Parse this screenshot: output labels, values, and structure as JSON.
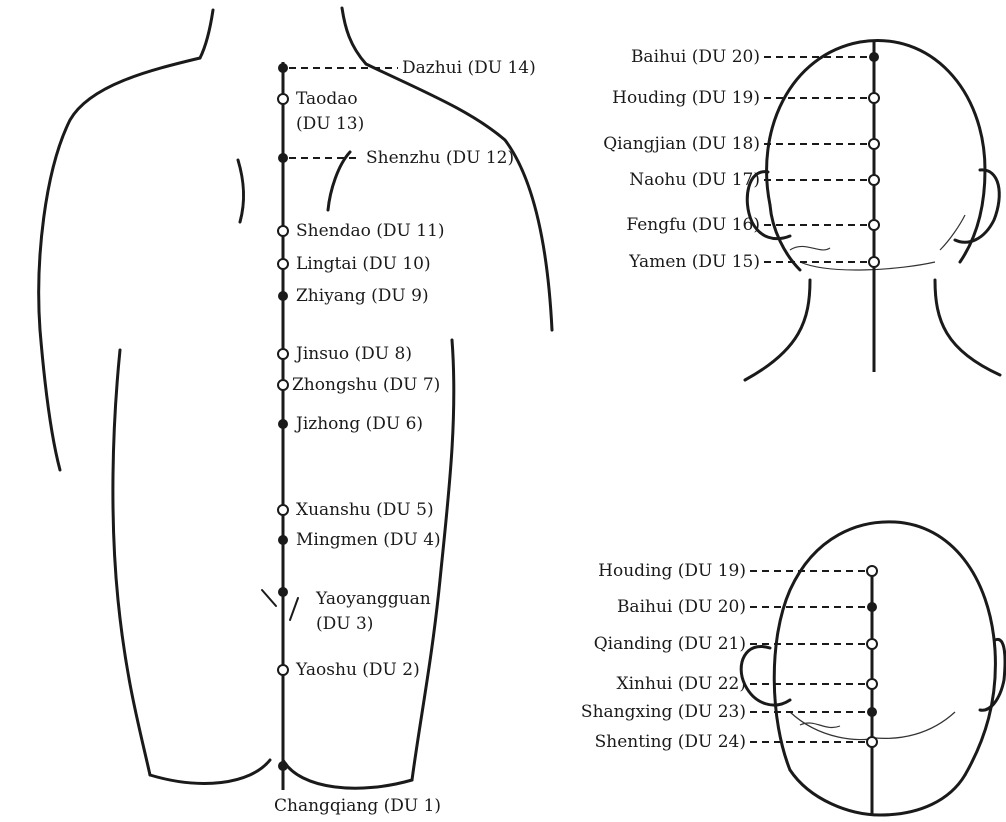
{
  "back_view": {
    "points": [
      {
        "label": "Dazhui (DU 14)",
        "style": "solid"
      },
      {
        "label": "Taodao",
        "label2": "(DU 13)",
        "style": "open"
      },
      {
        "label": "Shenzhu (DU 12)",
        "style": "solid"
      },
      {
        "label": "Shendao (DU 11)",
        "style": "open"
      },
      {
        "label": "Lingtai (DU 10)",
        "style": "open"
      },
      {
        "label": "Zhiyang (DU 9)",
        "style": "solid"
      },
      {
        "label": "Jinsuo (DU 8)",
        "style": "open"
      },
      {
        "label": "Zhongshu (DU 7)",
        "style": "open"
      },
      {
        "label": "Jizhong (DU 6)",
        "style": "solid"
      },
      {
        "label": "Xuanshu (DU 5)",
        "style": "open"
      },
      {
        "label": "Mingmen (DU 4)",
        "style": "solid"
      },
      {
        "label": "Yaoyangguan",
        "label2": "(DU 3)",
        "style": "solid"
      },
      {
        "label": "Yaoshu (DU 2)",
        "style": "open"
      },
      {
        "label": "Changqiang (DU 1)",
        "style": "solid"
      }
    ]
  },
  "head_back_view": {
    "points": [
      {
        "label": "Baihui (DU 20)",
        "style": "solid"
      },
      {
        "label": "Houding (DU 19)",
        "style": "open"
      },
      {
        "label": "Qiangjian (DU 18)",
        "style": "open"
      },
      {
        "label": "Naohu (DU 17)",
        "style": "open"
      },
      {
        "label": "Fengfu (DU 16)",
        "style": "open"
      },
      {
        "label": "Yamen (DU 15)",
        "style": "open"
      }
    ]
  },
  "head_top_view": {
    "points": [
      {
        "label": "Houding (DU 19)",
        "style": "open"
      },
      {
        "label": "Baihui (DU 20)",
        "style": "solid"
      },
      {
        "label": "Qianding (DU 21)",
        "style": "open"
      },
      {
        "label": "Xinhui (DU 22)",
        "style": "open"
      },
      {
        "label": "Shangxing (DU 23)",
        "style": "solid"
      },
      {
        "label": "Shenting (DU 24)",
        "style": "open"
      }
    ]
  }
}
